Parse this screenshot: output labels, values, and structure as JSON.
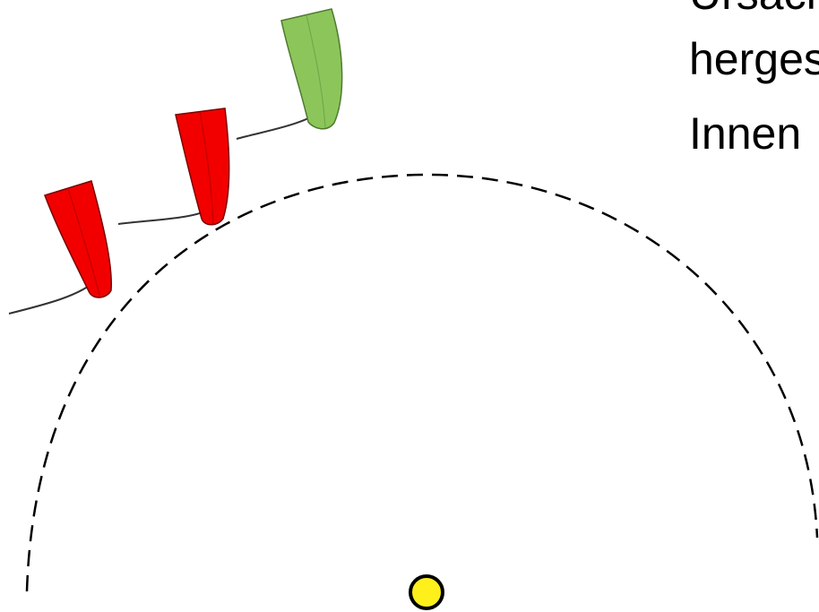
{
  "diagram": {
    "text_lines": [
      "Ursache",
      "hergestellt",
      "Innen"
    ],
    "colors": {
      "leading_boat": "#8cc65a",
      "trailing_boats": "#f20000",
      "mark": "#ffef1a",
      "zone_circle": "#000000"
    },
    "boats": [
      {
        "role": "leading",
        "color": "green"
      },
      {
        "role": "trailing",
        "color": "red"
      },
      {
        "role": "trailing",
        "color": "red"
      }
    ]
  }
}
